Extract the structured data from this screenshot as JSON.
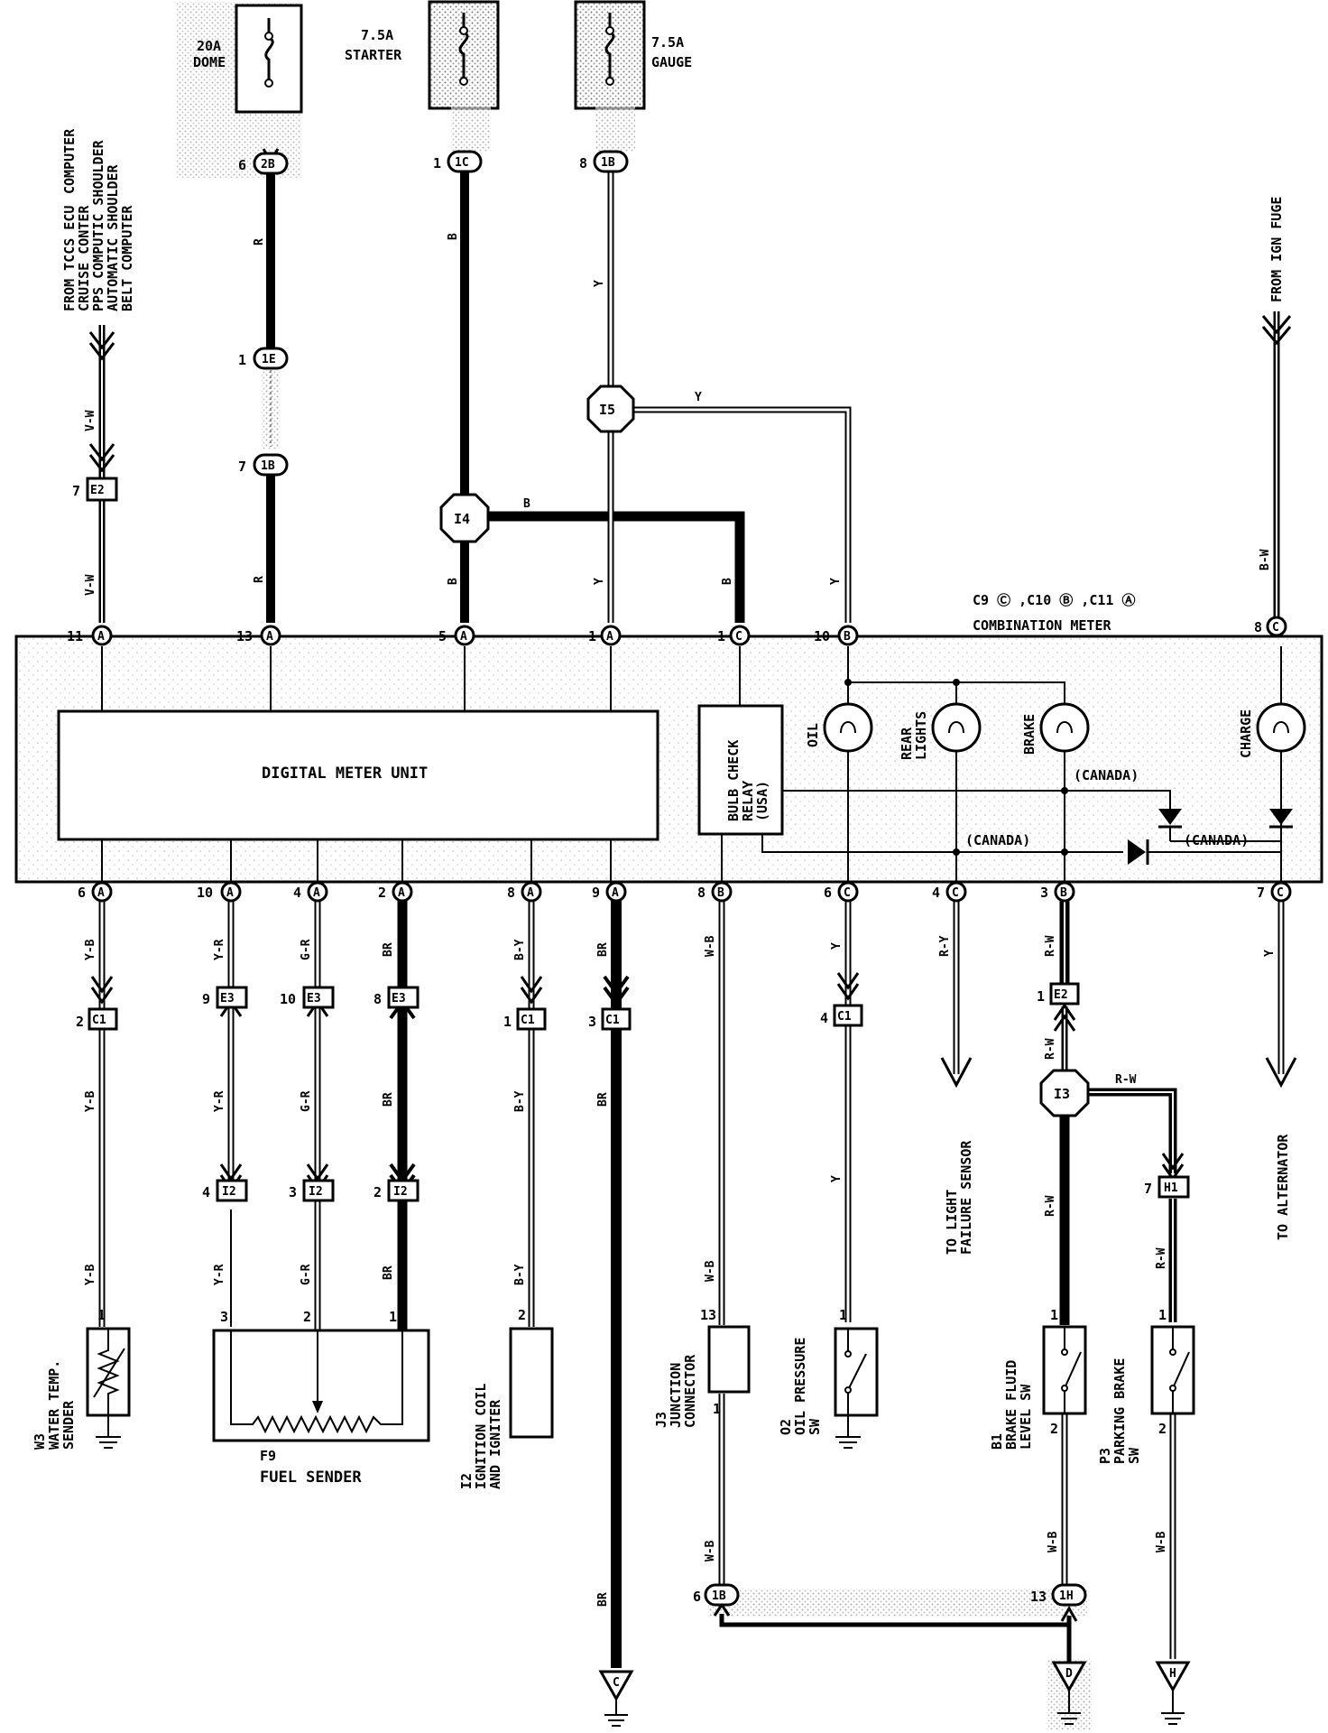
{
  "fuses": [
    {
      "label1": "20A",
      "label2": "DOME"
    },
    {
      "label1": "7.5A",
      "label2": "STARTER"
    },
    {
      "label1": "7.5A",
      "label2": "GAUGE"
    }
  ],
  "top_connectors": [
    {
      "pin": "6",
      "id": "2B"
    },
    {
      "pin": "1",
      "id": "1C"
    },
    {
      "pin": "8",
      "id": "1B"
    },
    {
      "pin": "1",
      "id": "1E"
    },
    {
      "pin": "7",
      "id": "1B"
    },
    {
      "pin": "7",
      "id": "E2"
    }
  ],
  "source_text": {
    "line1": "FROM TCCS ECU",
    "line1b": "COMPUTER",
    "line2": "CRUISE CONTER",
    "line3": "PPS COMPUTIC SHOULDER",
    "line4": "AUTOMATIC SHOULDER",
    "line5": "BELT COMPUTER",
    "ign": "FROM IGN FUGE"
  },
  "junctions": {
    "i5": "I5",
    "i4": "I4",
    "i3": "I3"
  },
  "wire_colors": {
    "vw": "V-W",
    "r": "R",
    "b": "B",
    "y": "Y",
    "bw": "B-W",
    "yb": "Y-B",
    "yr": "Y-R",
    "gr": "G-R",
    "br": "BR",
    "by": "B-Y",
    "wb": "W-B",
    "ry": "R-Y",
    "rw": "R-W"
  },
  "meter": {
    "ids": "C9 Ⓒ ,C10 Ⓑ ,C11 Ⓐ",
    "name": "COMBINATION METER",
    "digital_unit": "DIGITAL METER UNIT",
    "bulb_relay_1": "BULB CHECK",
    "bulb_relay_2": "RELAY",
    "bulb_relay_3": "(USA)",
    "oil": "OIL",
    "rear_lights_1": "REAR",
    "rear_lights_2": "LIGHTS",
    "brake": "BRAKE",
    "charge": "CHARGE",
    "canada": "(CANADA)"
  },
  "meter_top_pins": [
    {
      "pin": "11",
      "id": "A"
    },
    {
      "pin": "13",
      "id": "A"
    },
    {
      "pin": "5",
      "id": "A"
    },
    {
      "pin": "1",
      "id": "A"
    },
    {
      "pin": "1",
      "id": "C"
    },
    {
      "pin": "10",
      "id": "B"
    },
    {
      "pin": "8",
      "id": "C"
    }
  ],
  "meter_bottom_pins": [
    {
      "pin": "6",
      "id": "A"
    },
    {
      "pin": "10",
      "id": "A"
    },
    {
      "pin": "4",
      "id": "A"
    },
    {
      "pin": "2",
      "id": "A"
    },
    {
      "pin": "8",
      "id": "A"
    },
    {
      "pin": "9",
      "id": "A"
    },
    {
      "pin": "8",
      "id": "B"
    },
    {
      "pin": "6",
      "id": "C"
    },
    {
      "pin": "4",
      "id": "C"
    },
    {
      "pin": "3",
      "id": "B"
    },
    {
      "pin": "7",
      "id": "C"
    }
  ],
  "mid_connectors": [
    {
      "pin": "2",
      "id": "C1"
    },
    {
      "pin": "9",
      "id": "E3"
    },
    {
      "pin": "10",
      "id": "E3"
    },
    {
      "pin": "8",
      "id": "E3"
    },
    {
      "pin": "1",
      "id": "C1"
    },
    {
      "pin": "3",
      "id": "C1"
    },
    {
      "pin": "4",
      "id": "C1"
    },
    {
      "pin": "1",
      "id": "E2"
    },
    {
      "pin": "4",
      "id": "I2"
    },
    {
      "pin": "3",
      "id": "I2"
    },
    {
      "pin": "2",
      "id": "I2"
    },
    {
      "pin": "7",
      "id": "H1"
    },
    {
      "pin": "6",
      "id": "1B"
    },
    {
      "pin": "13",
      "id": "1H"
    }
  ],
  "destinations": {
    "light_sensor_1": "TO LIGHT",
    "light_sensor_2": "FAILURE SENSOR",
    "alternator": "TO ALTERNATOR"
  },
  "components": {
    "w3_id": "W3",
    "w3_1": "WATER TEMP.",
    "w3_2": "SENDER",
    "f9_id": "F9",
    "f9_name": "FUEL SENDER",
    "i2_id": "I2",
    "i2_1": "IGNITION COIL",
    "i2_2": "AND IGNITER",
    "j3_id": "J3",
    "j3_1": "JUNCTION",
    "j3_2": "CONNECTOR",
    "o2_id": "O2",
    "o2_1": "OIL PRESSURE",
    "o2_2": "SW",
    "b1_id": "B1",
    "b1_1": "BRAKE FLUID",
    "b1_2": "LEVEL SW",
    "p3_id": "P3",
    "p3_1": "PARKING BRAKE",
    "p3_2": "SW"
  },
  "component_pins": {
    "w3": "1",
    "f9_3": "3",
    "f9_2": "2",
    "f9_1": "1",
    "i2": "2",
    "j3_13": "13",
    "j3_1": "1",
    "o2": "1",
    "b1_1": "1",
    "b1_2": "2",
    "p3_1": "1",
    "p3_2": "2"
  },
  "grounds": {
    "c": "C",
    "d": "D",
    "h": "H"
  }
}
